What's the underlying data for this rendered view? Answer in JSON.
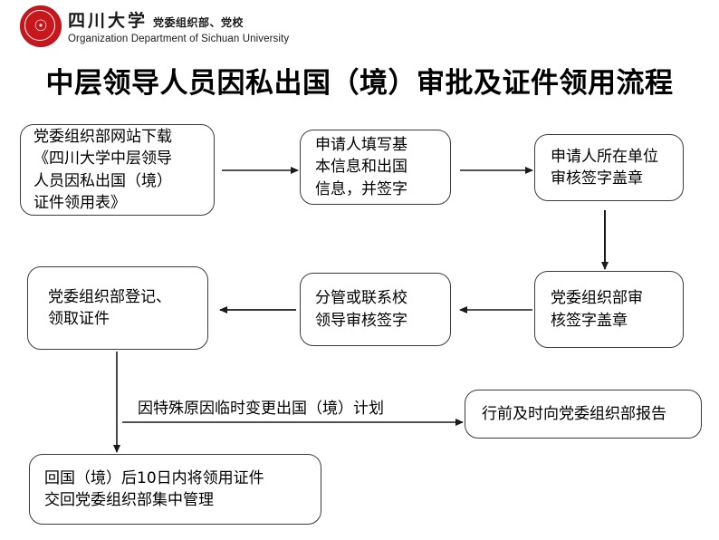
{
  "header": {
    "logo_icon": "sichuan-university-seal-icon",
    "brand_cn_main": "四川大学",
    "brand_cn_sub": "党委组织部、党校",
    "brand_en": "Organization Department of Sichuan University",
    "seal_glyph": "☉"
  },
  "title": "中层领导人员因私出国（境）审批及证件领用流程",
  "flow": {
    "nodes": [
      {
        "id": "download",
        "text": "党委组织部网站下载\n《四川大学中层领导\n人员因私出国（境）\n证件领用表》"
      },
      {
        "id": "fillform",
        "text": "申请人填写基\n本信息和出国\n信息，并签字"
      },
      {
        "id": "unit",
        "text": "申请人所在单位\n审核签字盖章"
      },
      {
        "id": "partyseal",
        "text": "党委组织部审\n核签字盖章"
      },
      {
        "id": "leader",
        "text": "分管或联系校\n领导审核签字"
      },
      {
        "id": "register",
        "text": "党委组织部登记、\n领取证件"
      },
      {
        "id": "report",
        "text": "行前及时向党委组织部报告"
      },
      {
        "id": "return",
        "text": "回国（境）后10日内将领用证件\n交回党委组织部集中管理"
      }
    ],
    "edge_label": "因特殊原因临时变更出国（境）计划"
  },
  "colors": {
    "brand_red": "#c8161d",
    "box_border": "#3b3b3b",
    "arrow": "#1a1a1a",
    "text": "#000000",
    "background": "#ffffff"
  }
}
